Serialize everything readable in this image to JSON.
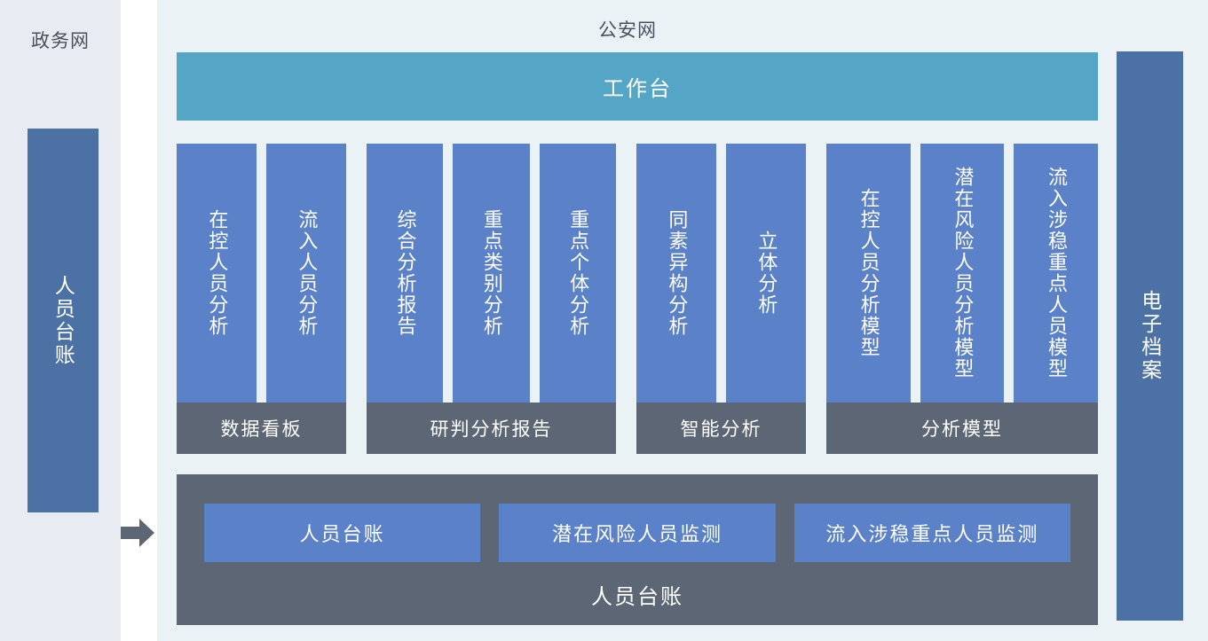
{
  "left_panel": {
    "title": "政务网",
    "vertical_box_label": "人员台账"
  },
  "flow": {
    "arrow_icon": "arrow-right-icon"
  },
  "main_panel": {
    "title": "公安网",
    "workbench_label": "工作台",
    "groups": [
      {
        "footer_label": "数据看板",
        "columns": [
          "在控人员分析",
          "流入人员分析"
        ]
      },
      {
        "footer_label": "研判分析报告",
        "columns": [
          "综合分析报告",
          "重点类别分析",
          "重点个体分析"
        ]
      },
      {
        "footer_label": "智能分析",
        "columns": [
          "同素异构分析",
          "立体分析"
        ]
      },
      {
        "footer_label": "分析模型",
        "columns": [
          "在控人员分析模型",
          "潜在风险人员分析模型",
          "流入涉稳重点人员模型"
        ]
      }
    ],
    "bottom_section": {
      "boxes": [
        "人员台账",
        "潜在风险人员监测",
        "流入涉稳重点人员监测"
      ],
      "label": "人员台账"
    }
  },
  "right_panel": {
    "vertical_box_label": "电子档案"
  },
  "colors": {
    "teal_bar": "#55a6c6",
    "column_blue": "#5b82c8",
    "panel_blue": "#4c71a4",
    "footer_gray": "#5d6675",
    "main_background": "#eaf2f5",
    "left_background": "#e8ebf2",
    "arrow_gray": "#5d6675"
  }
}
